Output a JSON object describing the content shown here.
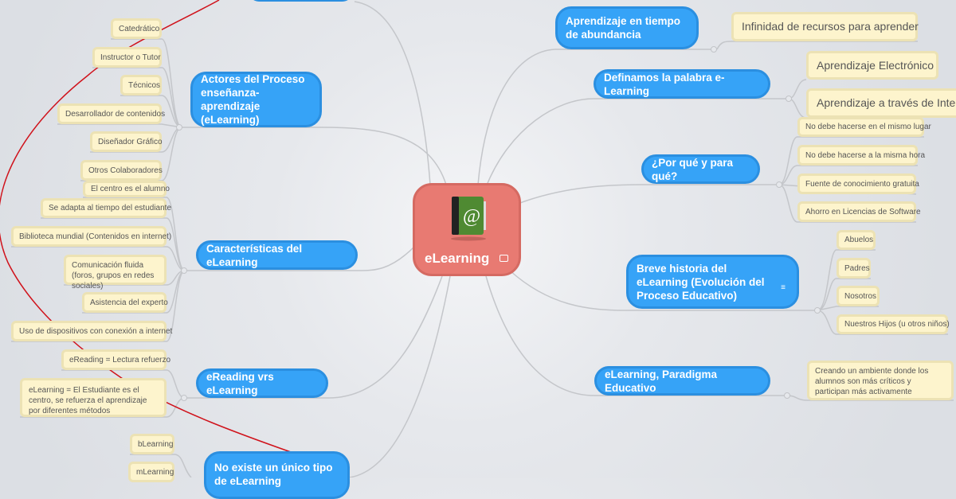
{
  "center": {
    "label": "eLearning",
    "icon": "green-address-book-at-icon",
    "badge_icon": "image-icon"
  },
  "colors": {
    "topic": "#36a3f7",
    "center": "#e87a72",
    "subtopic": "#fdf4cd",
    "relation": "#d0121b"
  },
  "right": [
    {
      "label": "Aprendizaje en tiempo de abundancia",
      "children": [
        "Infinidad de recursos para aprender"
      ]
    },
    {
      "label": "Definamos la palabra e-Learning",
      "children": [
        "Aprendizaje Electrónico",
        "Aprendizaje a través de Intern"
      ]
    },
    {
      "label": "¿Por qué y para qué?",
      "children": [
        "No debe hacerse en el mismo lugar",
        "No debe hacerse a la misma hora",
        "Fuente de conocimiento gratuita",
        "Ahorro en Licencias de Software"
      ]
    },
    {
      "label": "Breve historia del eLearning (Evolución del Proceso Educativo)",
      "note_icon": "notes-icon",
      "children": [
        "Abuelos",
        "Padres",
        "Nosotros",
        "Nuestros Hijos (u otros niños)"
      ]
    },
    {
      "label": "eLearning, Paradigma Educativo",
      "children": [
        "Creando un ambiente donde los alumnos son más críticos y participan más activamente"
      ]
    }
  ],
  "left": [
    {
      "label": "Actores del Proceso enseñanza-aprendizaje (eLearning)",
      "children": [
        "Catedrático",
        "Instructor o Tutor",
        "Técnicos",
        "Desarrollador de contenidos",
        "Diseñador Gráfico",
        "Otros Colaboradores"
      ]
    },
    {
      "label": "Características del eLearning",
      "children": [
        "El centro es el alumno",
        "Se adapta al tiempo del estudiante",
        "Biblioteca mundial (Contenidos en internet)",
        "Comunicación fluida (foros, grupos en redes sociales)",
        "Asistencia del experto",
        "Uso de dispositivos con conexión a internet"
      ]
    },
    {
      "label": "eReading vrs eLearning",
      "children": [
        "eReading = Lectura refuerzo",
        "eLearning = El Estudiante es el centro, se refuerza el aprendizaje por diferentes métodos"
      ]
    },
    {
      "label": "No existe un único tipo de eLearning",
      "children": [
        "bLearning",
        "mLearning"
      ]
    }
  ]
}
